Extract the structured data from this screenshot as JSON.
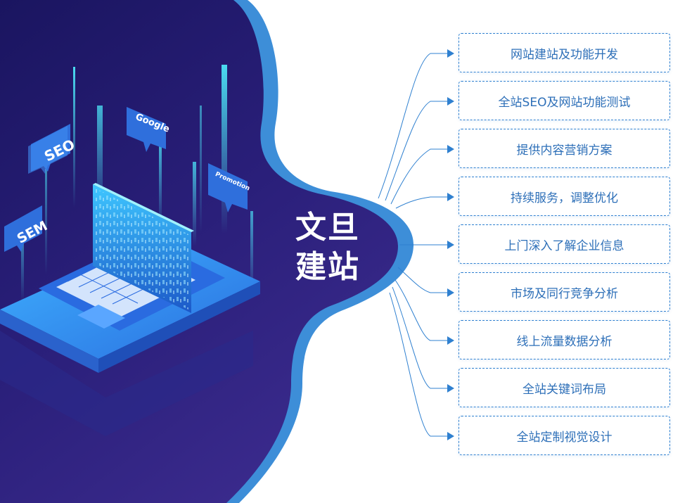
{
  "title": {
    "line1": "文旦",
    "line2": "建站"
  },
  "tags": {
    "seo": "SEO",
    "google": "Google",
    "sem": "SEM",
    "promotion": "Promotion"
  },
  "services": [
    "网站建站及功能开发",
    "全站SEO及网站功能测试",
    "提供内容营销方案",
    "持续服务，调整优化",
    "上门深入了解企业信息",
    "市场及同行竞争分析",
    "线上流量数据分析",
    "全站关键词布局",
    "全站定制视觉设计"
  ],
  "colors": {
    "accent": "#2f80d0",
    "navy": "#221c6e",
    "text": "#2d6fb8"
  }
}
